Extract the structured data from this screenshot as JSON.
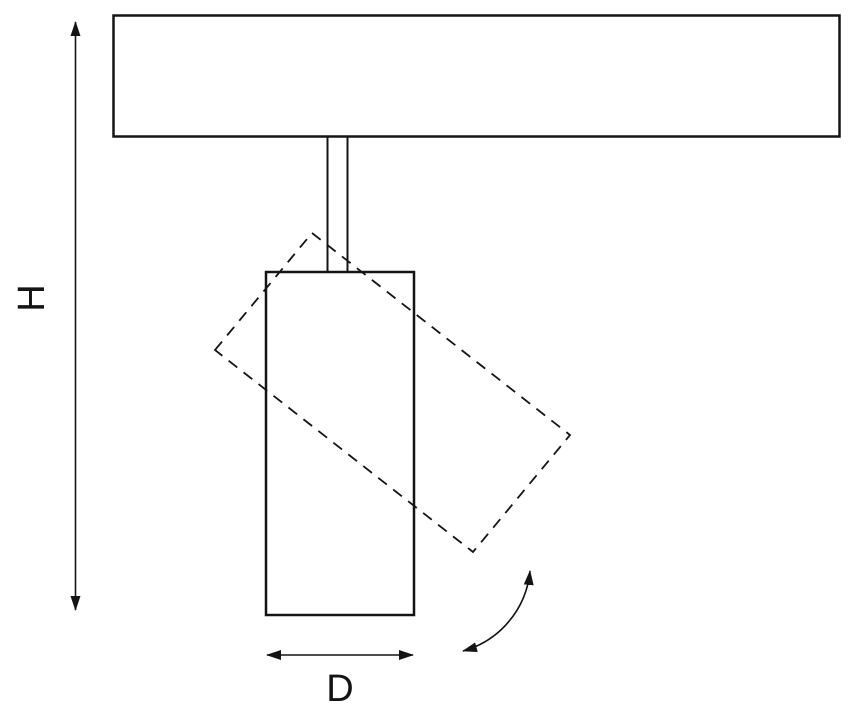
{
  "diagram": {
    "title": "track-spotlight-dimension-drawing",
    "labels": {
      "height": "H",
      "diameter": "D"
    },
    "colors": {
      "line": "#141414",
      "background": "#ffffff"
    }
  }
}
